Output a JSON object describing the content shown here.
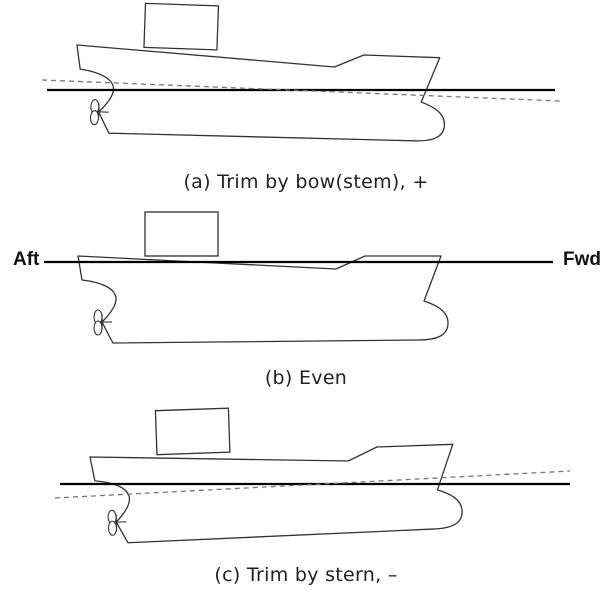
{
  "figure": {
    "labels": {
      "aft": "Aft",
      "fwd": "Fwd"
    },
    "panels": [
      {
        "id": "a",
        "caption": "(a) Trim by bow(stem), +",
        "condition": "trim by bow",
        "waterline": "solid",
        "reference_line": "dashed"
      },
      {
        "id": "b",
        "caption": "(b) Even",
        "condition": "even keel",
        "waterline": "solid"
      },
      {
        "id": "c",
        "caption": "(c) Trim by stern, –",
        "condition": "trim by stern",
        "waterline": "solid",
        "reference_line": "dashed"
      }
    ]
  }
}
